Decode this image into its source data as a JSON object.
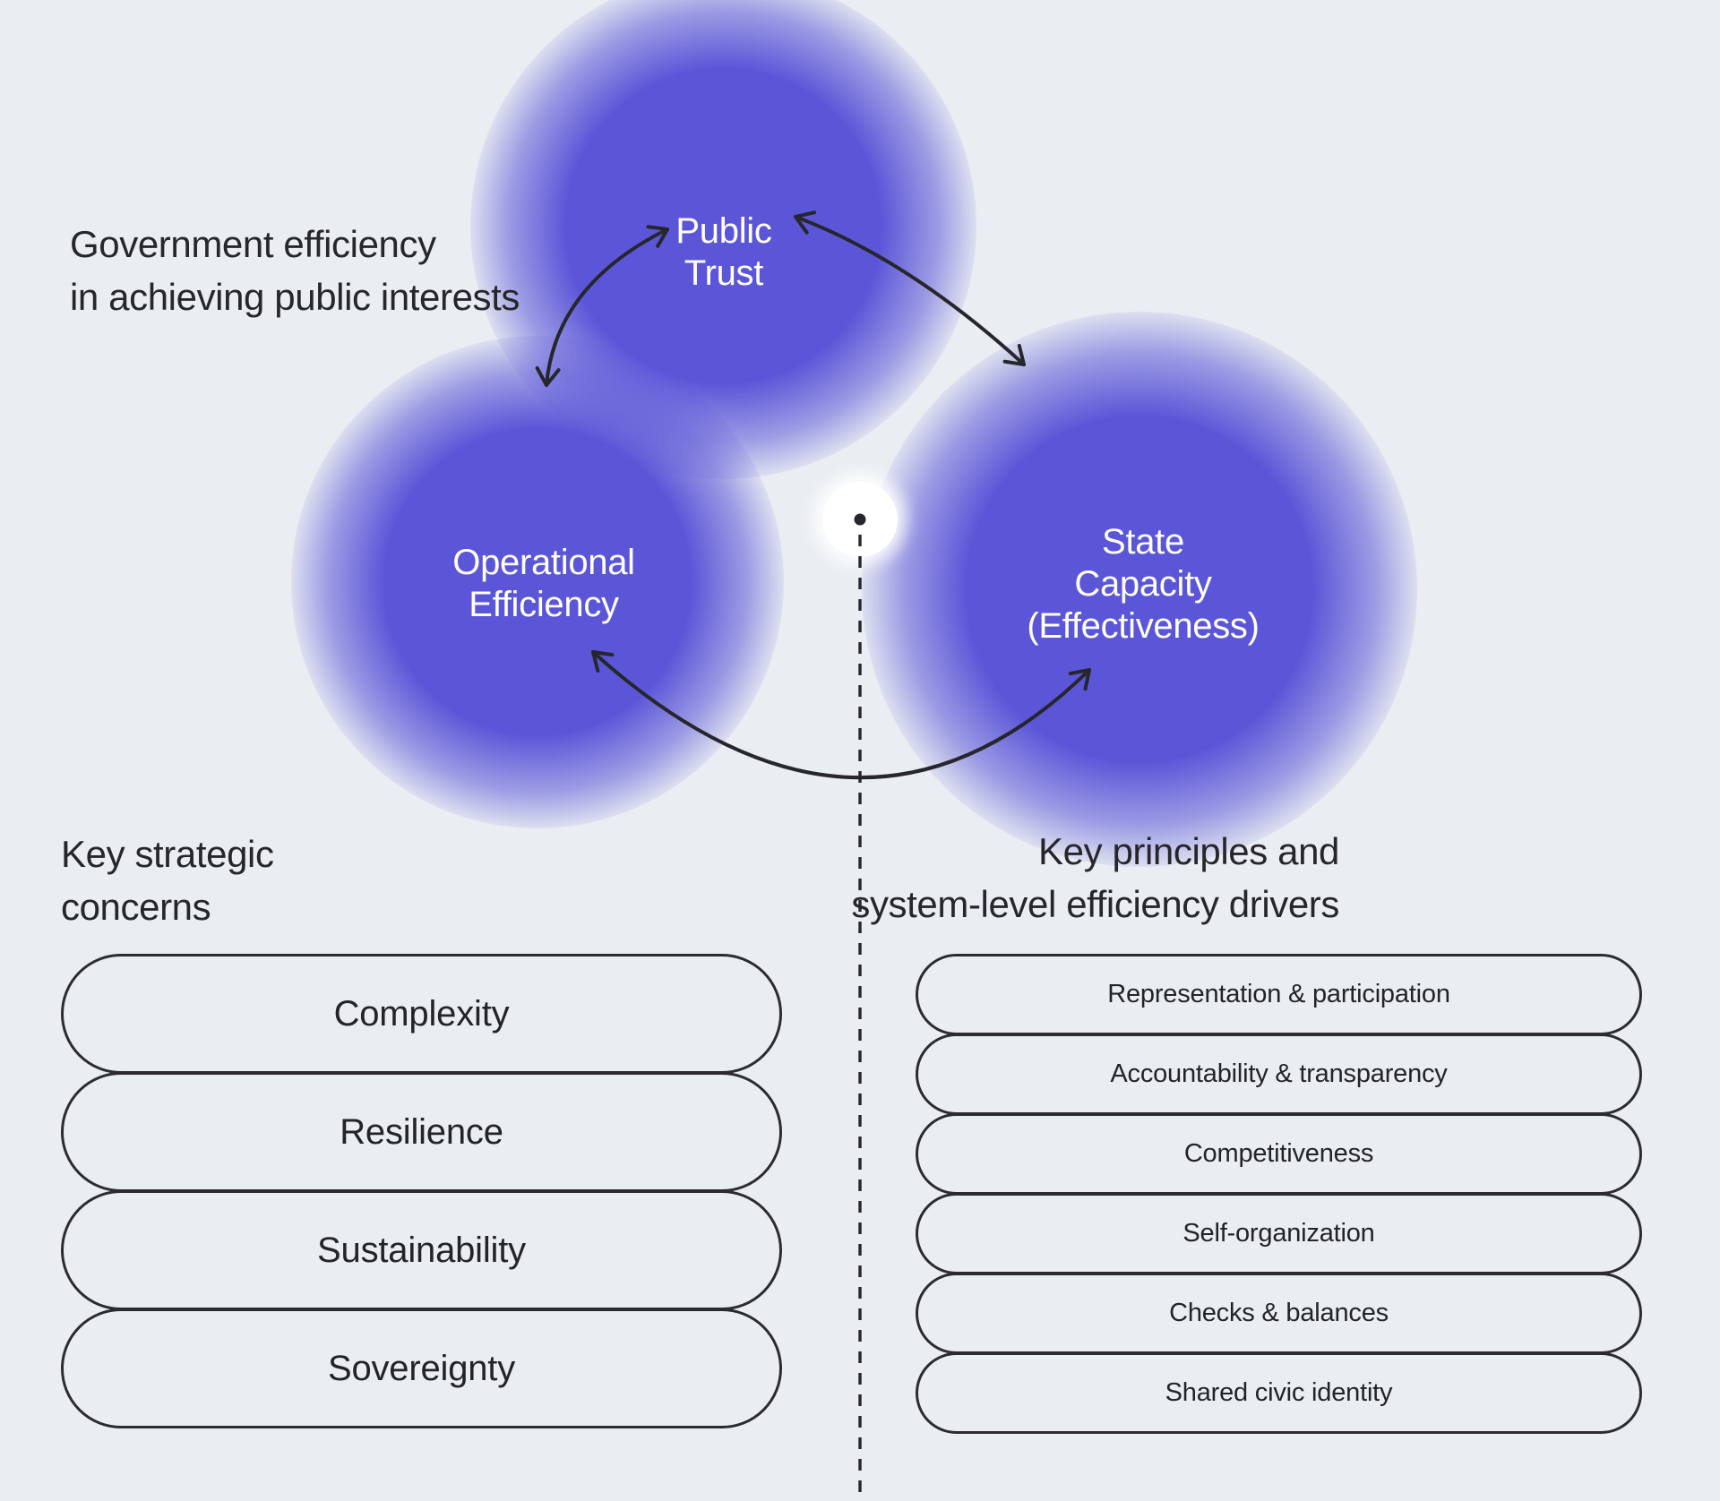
{
  "title": {
    "lines": [
      "Government efficiency",
      "in achieving public interests"
    ]
  },
  "cycle": {
    "nodes": [
      {
        "id": "public-trust",
        "lines": [
          "Public",
          "Trust"
        ]
      },
      {
        "id": "operational-efficiency",
        "lines": [
          "Operational",
          "Efficiency"
        ]
      },
      {
        "id": "state-capacity",
        "lines": [
          "State",
          "Capacity",
          "(Effectiveness)"
        ]
      }
    ],
    "connector": "double-headed-arc-arrows",
    "center_marker": "dot-with-dashed-line"
  },
  "left_panel": {
    "heading_lines": [
      "Key strategic",
      "concerns"
    ],
    "items": [
      "Complexity",
      "Resilience",
      "Sustainability",
      "Sovereignty"
    ]
  },
  "right_panel": {
    "heading_lines": [
      "Key principles and",
      "system-level efficiency drivers"
    ],
    "items": [
      "Representation & participation",
      "Accountability & transparency",
      "Competitiveness",
      "Self-organization",
      "Checks & balances",
      "Shared civic identity"
    ]
  },
  "colors": {
    "background": "#eaeef2",
    "blob_purple": "#5b56d8",
    "ink": "#26262c",
    "node_text": "#ffffff"
  }
}
